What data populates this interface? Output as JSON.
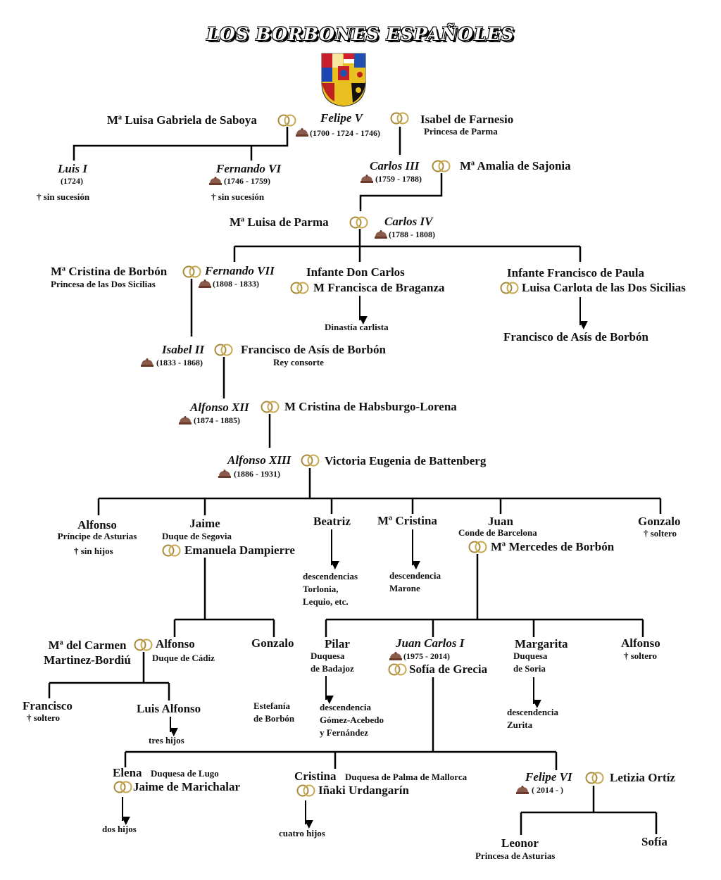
{
  "title": "LOS BORBONES ESPAÑOLES",
  "felipe5": {
    "spouse1": "Mª Luisa Gabriela de Saboya",
    "name": "Felipe V",
    "dates": "(1700 - 1724 - 1746)",
    "spouse2": "Isabel de Farnesio",
    "spouse2_title": "Princesa de Parma"
  },
  "luis1": {
    "name": "Luis I",
    "dates": "(1724)",
    "note": "† sin sucesión"
  },
  "fernando6": {
    "name": "Fernando VI",
    "dates": "(1746 - 1759)",
    "note": "† sin sucesión"
  },
  "carlos3": {
    "name": "Carlos III",
    "dates": "(1759 - 1788)",
    "spouse": "Mª Amalia de Sajonia"
  },
  "carlos4": {
    "spouse": "Mª Luisa de Parma",
    "name": "Carlos IV",
    "dates": "(1788 - 1808)"
  },
  "fernando7": {
    "spouse": "Mª Cristina de Borbón",
    "spouse_title": "Princesa de las Dos Sicilias",
    "name": "Fernando VII",
    "dates": "(1808 - 1833)"
  },
  "don_carlos": {
    "name": "Infante Don Carlos",
    "spouse": "M  Francisca de Braganza",
    "descendants": "Dinastía carlista"
  },
  "francisco_paula": {
    "name": "Infante Francisco de Paula",
    "spouse": "Luisa Carlota de las Dos Sicilias",
    "child": "Francisco de Asís de Borbón"
  },
  "isabel2": {
    "name": "Isabel II",
    "dates": "(1833 - 1868)",
    "spouse": "Francisco de Asís de Borbón",
    "spouse_title": "Rey consorte"
  },
  "alfonso12": {
    "name": "Alfonso XII",
    "dates": "(1874 - 1885)",
    "spouse": "M  Cristina de Habsburgo-Lorena"
  },
  "alfonso13": {
    "name": "Alfonso XIII",
    "dates": "(1886 -  1931)",
    "spouse": "Victoria Eugenia de Battenberg"
  },
  "alfonso_pa": {
    "name": "Alfonso",
    "title": "Príncipe de Asturias",
    "note": "† sin hijos"
  },
  "jaime": {
    "name": "Jaime",
    "title": "Duque de Segovia",
    "spouse": "Emanuela Dampierre"
  },
  "beatriz": {
    "name": "Beatriz",
    "descendants": "descendencias\nTorlonia,\nLequio, etc."
  },
  "ma_cristina": {
    "name": "Mª Cristina",
    "descendants": "descendencia\nMarone"
  },
  "juan": {
    "name": "Juan",
    "title": "Conde de Barcelona",
    "spouse": "Mª Mercedes de Borbón"
  },
  "gonzalo1": {
    "name": "Gonzalo",
    "note": "† soltero"
  },
  "alfonso_cadiz": {
    "spouse": "Mª del Carmen\nMartinez-Bordiú",
    "name": "Alfonso",
    "title": "Duque de Cádiz"
  },
  "gonzalo2": {
    "name": "Gonzalo",
    "descendants": "Estefanía\nde Borbón"
  },
  "pilar": {
    "name": "Pilar",
    "title": "Duquesa\nde Badajoz",
    "descendants": "descendencia\nGómez-Acebedo\ny Fernández"
  },
  "juan_carlos": {
    "name": "Juan Carlos I",
    "dates": "(1975 - 2014)",
    "spouse": "Sofía de Grecia"
  },
  "margarita": {
    "name": "Margarita",
    "title": "Duquesa\nde Soria",
    "descendants": "descendencia\nZurita"
  },
  "alfonso3": {
    "name": "Alfonso",
    "note": "† soltero"
  },
  "francisco": {
    "name": "Francisco",
    "note": "† soltero"
  },
  "luis_alfonso": {
    "name": "Luis Alfonso",
    "descendants": "tres hijos"
  },
  "elena": {
    "name": "Elena",
    "title": "Duquesa de Lugo",
    "spouse": "Jaime de Marichalar",
    "descendants": "dos hijos"
  },
  "cristina": {
    "name": "Cristina",
    "title": "Duquesa de Palma de Mallorca",
    "spouse": "Iñaki Urdangarín",
    "descendants": "cuatro hijos"
  },
  "felipe6": {
    "name": "Felipe VI",
    "dates": "( 2014 - )",
    "spouse": "Letizia Ortíz"
  },
  "leonor": {
    "name": "Leonor",
    "title": "Princesa de Asturias"
  },
  "sofia": {
    "name": "Sofía"
  }
}
